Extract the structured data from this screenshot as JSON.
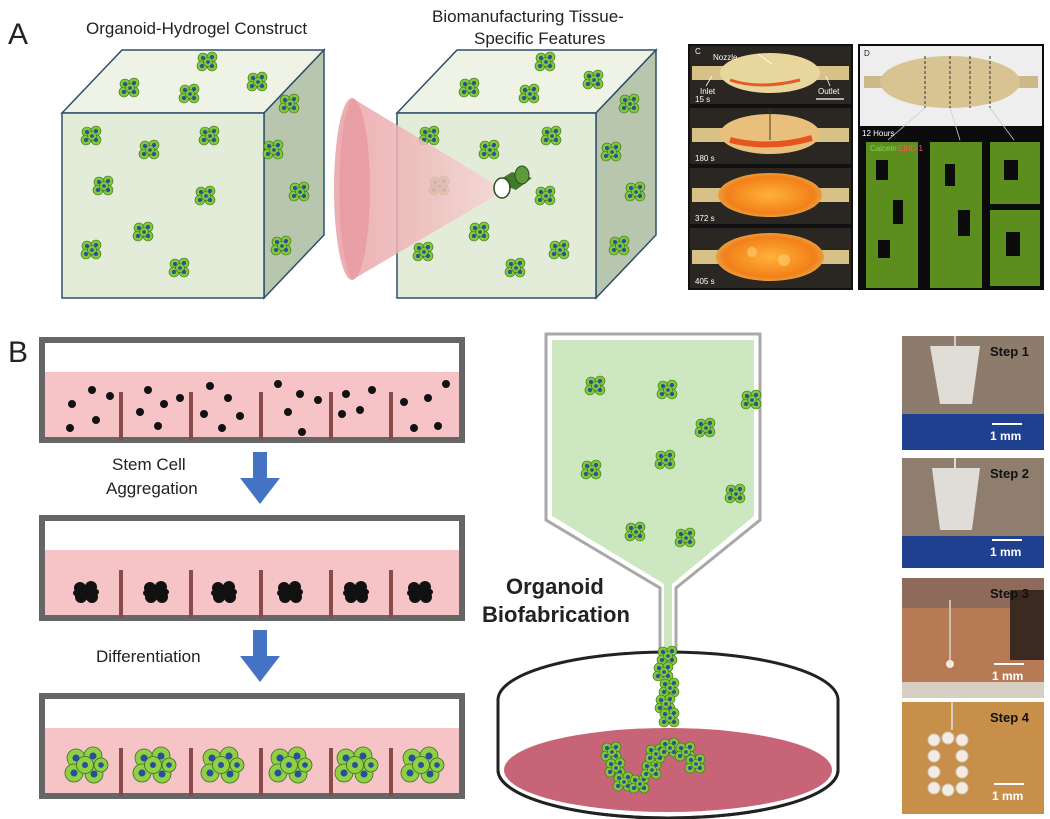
{
  "panels": {
    "a": {
      "letter": "A",
      "construct_label": "Organoid-Hydrogel Construct",
      "biomanufacturing_label_line1": "Biomanufacturing Tissue-",
      "biomanufacturing_label_line2": "Specific Features",
      "micro_c": {
        "letter": "C",
        "nozzle": "Nozzle",
        "inlet": "Inlet",
        "outlet": "Outlet",
        "frames": [
          "15 s",
          "180 s",
          "372 s",
          "405 s"
        ]
      },
      "micro_d": {
        "letter": "D",
        "time": "12 Hours",
        "stain1": "Calcein",
        "stain2": "EthD-1"
      }
    },
    "b": {
      "letter": "B",
      "arrow1_line1": "Stem Cell",
      "arrow1_line2": "Aggregation",
      "arrow2": "Differentiation",
      "biofab_line1": "Organoid",
      "biofab_line2": "Biofabrication",
      "steps": [
        {
          "label": "Step 1",
          "scale": "1 mm"
        },
        {
          "label": "Step 2",
          "scale": "1 mm"
        },
        {
          "label": "Step 3",
          "scale": "1 mm"
        },
        {
          "label": "Step 4",
          "scale": "1 mm"
        }
      ]
    }
  },
  "colors": {
    "hydrogel": "#e6eedc",
    "cube_edge": "#2e4e6b",
    "well_medium": "#f6c4c6",
    "well_frame": "#666666",
    "arrow": "#4472c4",
    "organoid_green": "#7ec83a",
    "organoid_blue": "#2a4f9a",
    "dish_fill": "#c86478",
    "funnel_fill": "#cde8c0"
  }
}
